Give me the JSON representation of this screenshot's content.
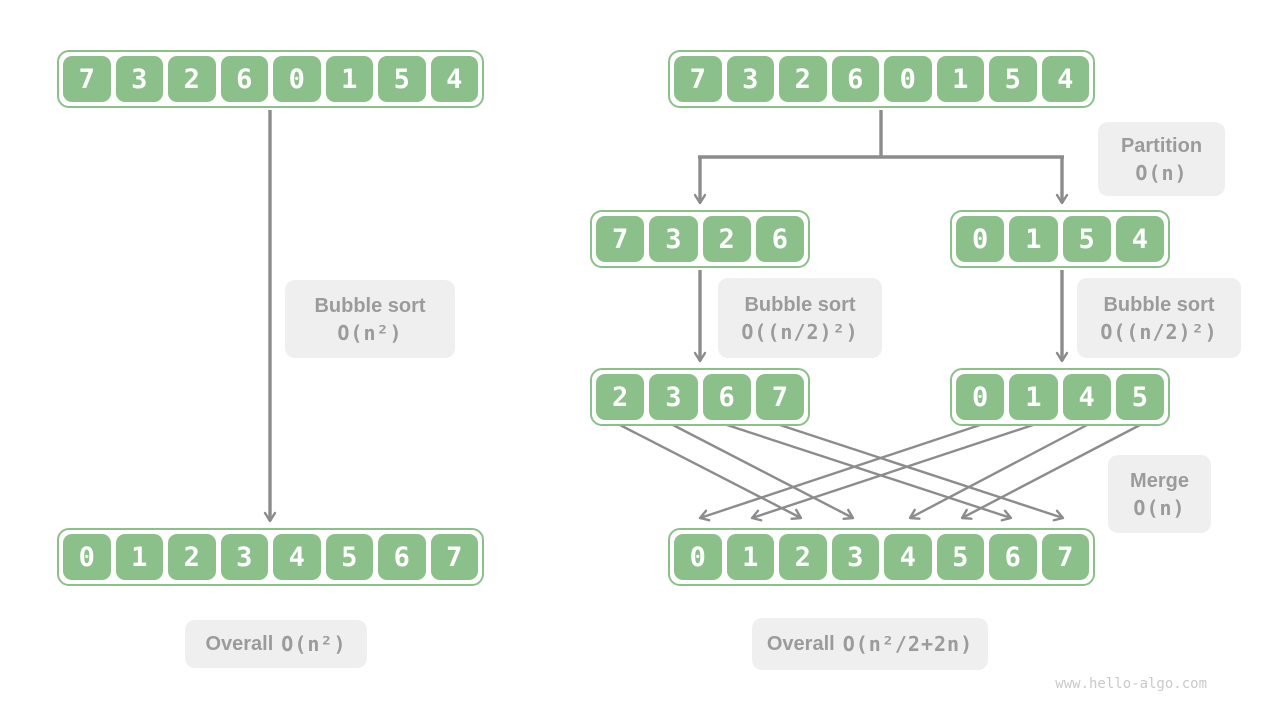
{
  "arrays": {
    "left_top": [
      7,
      3,
      2,
      6,
      0,
      1,
      5,
      4
    ],
    "left_bottom": [
      0,
      1,
      2,
      3,
      4,
      5,
      6,
      7
    ],
    "right_top": [
      7,
      3,
      2,
      6,
      0,
      1,
      5,
      4
    ],
    "right_sub_left": [
      7,
      3,
      2,
      6
    ],
    "right_sub_right": [
      0,
      1,
      5,
      4
    ],
    "right_sorted_left": [
      2,
      3,
      6,
      7
    ],
    "right_sorted_right": [
      0,
      1,
      4,
      5
    ],
    "right_bottom": [
      0,
      1,
      2,
      3,
      4,
      5,
      6,
      7
    ]
  },
  "labels": {
    "bubble_left": {
      "title": "Bubble sort",
      "complexity": "O(n²)"
    },
    "overall_left": {
      "title": "Overall",
      "complexity": "O(n²)"
    },
    "partition": {
      "title": "Partition",
      "complexity": "O(n)"
    },
    "bubble_sub_left": {
      "title": "Bubble sort",
      "complexity": "O((n/2)²)"
    },
    "bubble_sub_right": {
      "title": "Bubble sort",
      "complexity": "O((n/2)²)"
    },
    "merge": {
      "title": "Merge",
      "complexity": "O(n)"
    },
    "overall_right": {
      "title": "Overall",
      "complexity": "O(n²/2+2n)"
    }
  },
  "watermark": "www.hello-algo.com",
  "colors": {
    "green": "#8cc08a",
    "cell-text": "#ffffff",
    "tag-bg": "#efefef",
    "tag-text": "#9b9b9b",
    "arrow": "#8c8c8c",
    "watermark": "#c9c9c9"
  }
}
